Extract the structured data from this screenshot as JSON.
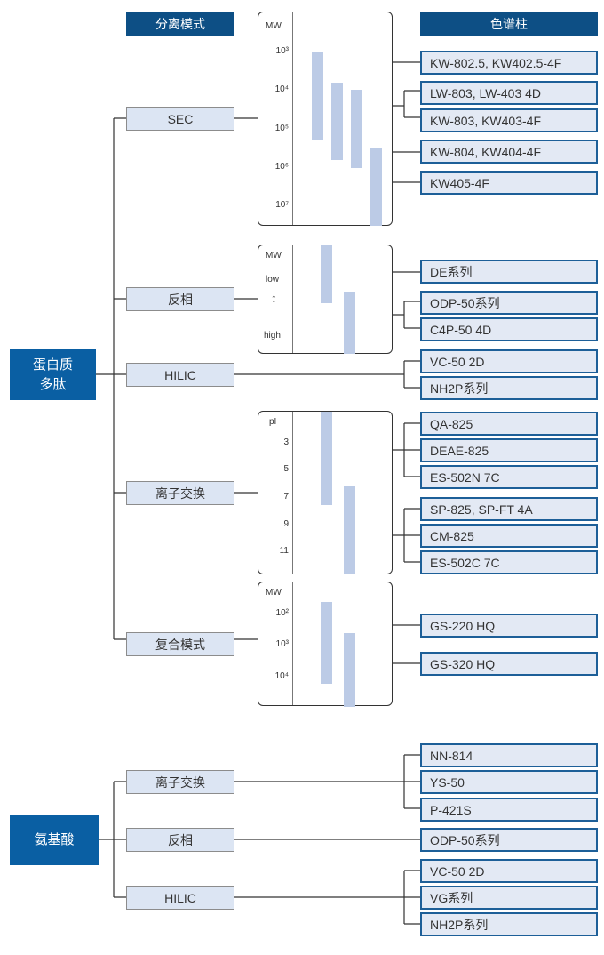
{
  "headers": {
    "mode": "分离模式",
    "column": "色谱柱"
  },
  "sections": [
    {
      "root": [
        "蛋白质",
        "多肽"
      ],
      "modes": [
        {
          "label": "SEC",
          "chart": {
            "axis_title": "MW",
            "ticks": [
              "10³",
              "10⁴",
              "10⁵",
              "10⁶",
              "10⁷"
            ],
            "scale": "log MW"
          },
          "columns": [
            "KW-802.5, KW402.5-4F",
            "LW-803, LW-403 4D",
            "KW-803, KW403-4F",
            "KW-804, KW404-4F",
            "KW405-4F"
          ]
        },
        {
          "label": "反相",
          "chart": {
            "axis_title": "MW",
            "low_label": "low",
            "high_label": "high"
          },
          "columns": [
            "DE系列",
            "ODP-50系列",
            "C4P-50 4D"
          ]
        },
        {
          "label": "HILIC",
          "columns": [
            "VC-50 2D",
            "NH2P系列"
          ]
        },
        {
          "label": "离子交换",
          "chart": {
            "axis_title": "pI",
            "ticks": [
              "3",
              "5",
              "7",
              "9",
              "11"
            ]
          },
          "columns": [
            "QA-825",
            "DEAE-825",
            "ES-502N 7C",
            "SP-825, SP-FT 4A",
            "CM-825",
            "ES-502C 7C"
          ]
        },
        {
          "label": "复合模式",
          "chart": {
            "axis_title": "MW",
            "ticks": [
              "10²",
              "10³",
              "10⁴"
            ]
          },
          "columns": [
            "GS-220 HQ",
            "GS-320 HQ"
          ]
        }
      ]
    },
    {
      "root": [
        "氨基酸"
      ],
      "modes": [
        {
          "label": "离子交换",
          "columns": [
            "NN-814",
            "YS-50",
            "P-421S"
          ]
        },
        {
          "label": "反相",
          "columns": [
            "ODP-50系列"
          ]
        },
        {
          "label": "HILIC",
          "columns": [
            "VC-50 2D",
            "VG系列",
            "NH2P系列"
          ]
        }
      ]
    }
  ],
  "colors": {
    "header": "#0d4f85",
    "root": "#0a5fa3",
    "mode_fill": "#dce5f3",
    "column_border": "#1d5f98",
    "column_fill": "#e3e9f4",
    "range_bar": "#bccbe6"
  }
}
